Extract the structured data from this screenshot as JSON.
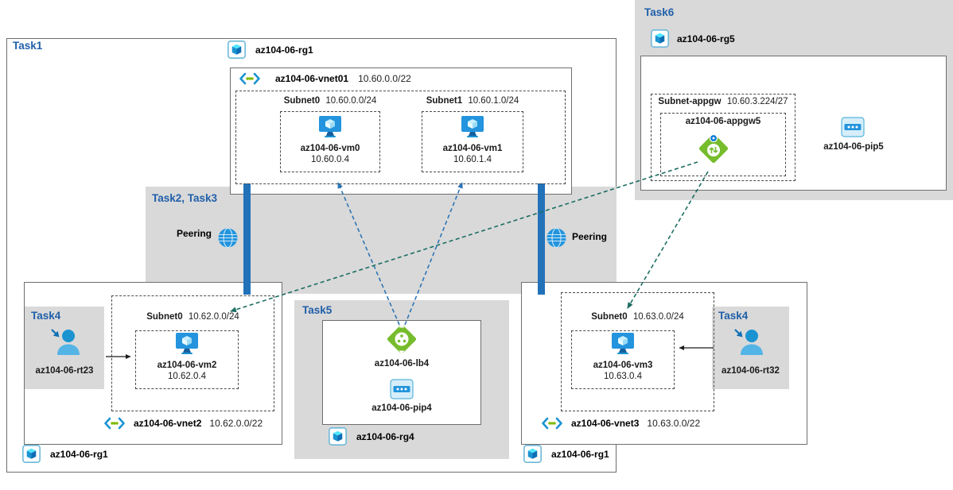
{
  "tasks": {
    "task1": "Task1",
    "task23": "Task2, Task3",
    "task4_left": "Task4",
    "task4_right": "Task4",
    "task5": "Task5",
    "task6": "Task6"
  },
  "peering": {
    "left_label": "Peering",
    "right_label": "Peering"
  },
  "hub": {
    "rg_label": "az104-06-rg1",
    "vnet_name": "az104-06-vnet01",
    "vnet_cidr": "10.60.0.0/22",
    "subnet0": {
      "name": "Subnet0",
      "cidr": "10.60.0.0/24",
      "vm_name": "az104-06-vm0",
      "vm_ip": "10.60.0.4"
    },
    "subnet1": {
      "name": "Subnet1",
      "cidr": "10.60.1.0/24",
      "vm_name": "az104-06-vm1",
      "vm_ip": "10.60.1.4"
    }
  },
  "task6": {
    "rg_label": "az104-06-rg5",
    "subnet_name": "Subnet-appgw",
    "subnet_cidr": "10.60.3.224/27",
    "appgw_name": "az104-06-appgw5",
    "pip_name": "az104-06-pip5"
  },
  "spoke_left": {
    "rt_name": "az104-06-rt23",
    "subnet_name": "Subnet0",
    "subnet_cidr": "10.62.0.0/24",
    "vm_name": "az104-06-vm2",
    "vm_ip": "10.62.0.4",
    "vnet_name": "az104-06-vnet2",
    "vnet_cidr": "10.62.0.0/22",
    "rg_label": "az104-06-rg1"
  },
  "task5": {
    "lb_name": "az104-06-lb4",
    "pip_name": "az104-06-pip4",
    "rg_label": "az104-06-rg4"
  },
  "spoke_right": {
    "rt_name": "az104-06-rt32",
    "subnet_name": "Subnet0",
    "subnet_cidr": "10.63.0.0/24",
    "vm_name": "az104-06-vm3",
    "vm_ip": "10.63.0.4",
    "vnet_name": "az104-06-vnet3",
    "vnet_cidr": "10.63.0.0/22",
    "rg_label": "az104-06-rg1"
  },
  "colors": {
    "task_label_blue": "#1F5FA9",
    "region_gray": "#D9D9D9",
    "peering_bar_blue": "#2272B9",
    "lb_arrow_blue": "#2E75B6",
    "appgw_arrow_teal": "#1B6E62",
    "icon_green": "#76BC2D",
    "icon_blue": "#2394DD"
  }
}
